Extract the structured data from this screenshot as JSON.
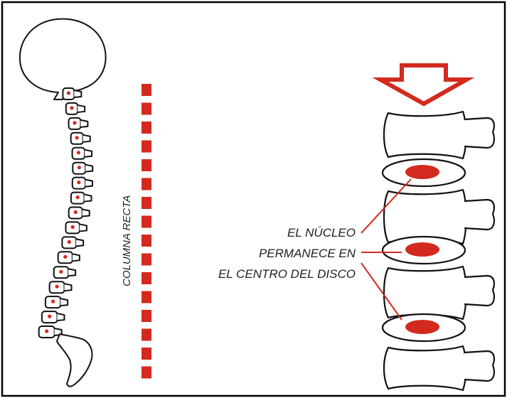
{
  "labels": {
    "vertical": "COLUMNA RECTA",
    "annotation": [
      "EL NÚCLEO",
      "PERMANECE EN",
      "EL CENTRO DEL DISCO"
    ]
  },
  "colors": {
    "accent": "#d22a1e",
    "stroke": "#111111",
    "border": "#000000"
  },
  "icons": [
    "spine-side-view",
    "down-arrow-icon",
    "vertebra",
    "intervertebral-disc"
  ]
}
